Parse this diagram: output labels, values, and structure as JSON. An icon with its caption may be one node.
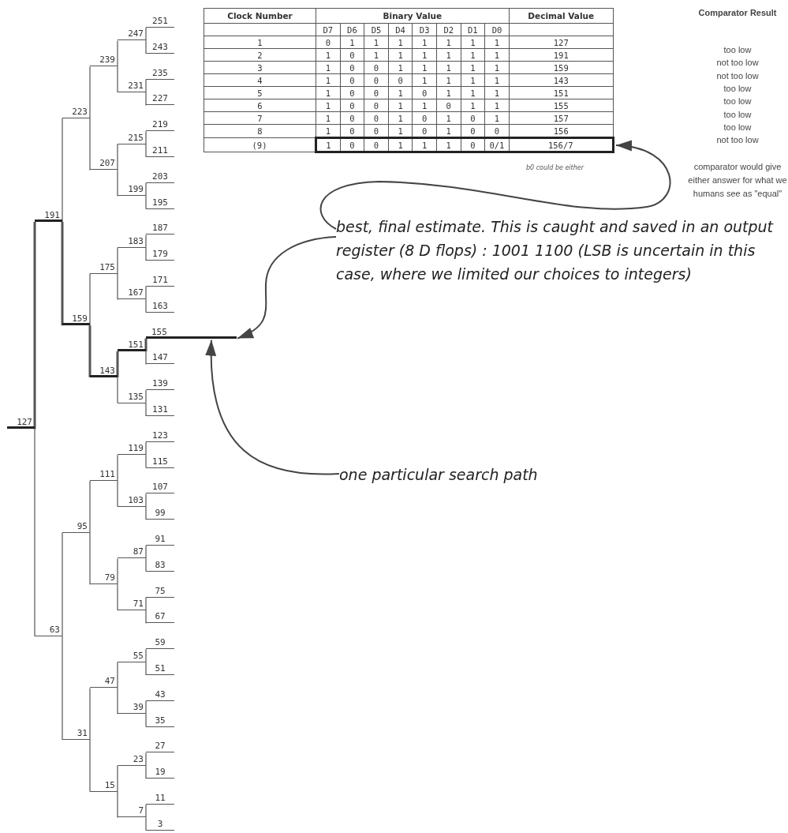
{
  "diagram": {
    "nodes": [
      {
        "text": [
          "127"
        ]
      },
      {
        "text": [
          "191"
        ]
      },
      {
        "text": [
          "223"
        ]
      },
      {
        "text": [
          "239"
        ]
      },
      {
        "text": [
          "247"
        ]
      },
      {
        "text": [
          "251"
        ]
      },
      {
        "text": [
          "243"
        ]
      },
      {
        "text": [
          "231"
        ]
      },
      {
        "text": [
          "235"
        ]
      },
      {
        "text": [
          "227"
        ]
      },
      {
        "text": [
          "207"
        ]
      },
      {
        "text": [
          "215"
        ]
      },
      {
        "text": [
          "219"
        ]
      },
      {
        "text": [
          "211"
        ]
      },
      {
        "text": [
          "199"
        ]
      },
      {
        "text": [
          "203"
        ]
      },
      {
        "text": [
          "195"
        ]
      },
      {
        "text": [
          "159"
        ]
      },
      {
        "text": [
          "175"
        ]
      },
      {
        "text": [
          "183"
        ]
      },
      {
        "text": [
          "187"
        ]
      },
      {
        "text": [
          "179"
        ]
      },
      {
        "text": [
          "167"
        ]
      },
      {
        "text": [
          "171"
        ]
      },
      {
        "text": [
          "163"
        ]
      },
      {
        "text": [
          "143"
        ]
      },
      {
        "text": [
          "151"
        ]
      },
      {
        "text": [
          "155"
        ]
      },
      {
        "text": [
          "147"
        ]
      },
      {
        "text": [
          "135"
        ]
      },
      {
        "text": [
          "139"
        ]
      },
      {
        "text": [
          "131"
        ]
      },
      {
        "text": [
          "63"
        ]
      },
      {
        "text": [
          "95"
        ]
      },
      {
        "text": [
          "111"
        ]
      },
      {
        "text": [
          "119"
        ]
      },
      {
        "text": [
          "123"
        ]
      },
      {
        "text": [
          "115"
        ]
      },
      {
        "text": [
          "103"
        ]
      },
      {
        "text": [
          "107"
        ]
      },
      {
        "text": [
          "99"
        ]
      },
      {
        "text": [
          "79"
        ]
      },
      {
        "text": [
          "87"
        ]
      },
      {
        "text": [
          "91"
        ]
      },
      {
        "text": [
          "83"
        ]
      },
      {
        "text": [
          "71"
        ]
      },
      {
        "text": [
          "75"
        ]
      },
      {
        "text": [
          "67"
        ]
      },
      {
        "text": [
          "31"
        ]
      },
      {
        "text": [
          "47"
        ]
      },
      {
        "text": [
          "55"
        ]
      },
      {
        "text": [
          "59"
        ]
      },
      {
        "text": [
          "51"
        ]
      },
      {
        "text": [
          "39"
        ]
      },
      {
        "text": [
          "43"
        ]
      },
      {
        "text": [
          "35"
        ]
      },
      {
        "text": [
          "15"
        ]
      },
      {
        "text": [
          "23"
        ]
      },
      {
        "text": [
          "27"
        ]
      },
      {
        "text": [
          "19"
        ]
      },
      {
        "text": [
          "7"
        ]
      },
      {
        "text": [
          "11"
        ]
      },
      {
        "text": [
          "3"
        ]
      },
      {
        "text": [
          "best, final estimate. This is caught and saved in an output register (8 D flops) : 1001 1100 (LSB is uncertain in this case, where we limited our choices to integers)"
        ]
      },
      {
        "text": [
          "one particular search path"
        ]
      }
    ],
    "edges": [
      {
        "from": 0,
        "to": 1,
        "arrow": "none",
        "style": "thick"
      },
      {
        "from": 1,
        "to": 2,
        "arrow": "none"
      },
      {
        "from": 2,
        "to": 3,
        "arrow": "none"
      },
      {
        "from": 3,
        "to": 4,
        "arrow": "none"
      },
      {
        "from": 4,
        "to": 5,
        "arrow": "none"
      },
      {
        "from": 4,
        "to": 6,
        "arrow": "none"
      },
      {
        "from": 3,
        "to": 7,
        "arrow": "none"
      },
      {
        "from": 7,
        "to": 8,
        "arrow": "none"
      },
      {
        "from": 7,
        "to": 9,
        "arrow": "none"
      },
      {
        "from": 2,
        "to": 10,
        "arrow": "none"
      },
      {
        "from": 10,
        "to": 11,
        "arrow": "none"
      },
      {
        "from": 11,
        "to": 12,
        "arrow": "none"
      },
      {
        "from": 11,
        "to": 13,
        "arrow": "none"
      },
      {
        "from": 10,
        "to": 14,
        "arrow": "none"
      },
      {
        "from": 14,
        "to": 15,
        "arrow": "none"
      },
      {
        "from": 14,
        "to": 16,
        "arrow": "none"
      },
      {
        "from": 1,
        "to": 17,
        "arrow": "none",
        "style": "thick"
      },
      {
        "from": 17,
        "to": 18,
        "arrow": "none"
      },
      {
        "from": 18,
        "to": 19,
        "arrow": "none"
      },
      {
        "from": 19,
        "to": 20,
        "arrow": "none"
      },
      {
        "from": 19,
        "to": 21,
        "arrow": "none"
      },
      {
        "from": 18,
        "to": 22,
        "arrow": "none"
      },
      {
        "from": 22,
        "to": 23,
        "arrow": "none"
      },
      {
        "from": 22,
        "to": 24,
        "arrow": "none"
      },
      {
        "from": 17,
        "to": 25,
        "arrow": "none",
        "style": "thick"
      },
      {
        "from": 25,
        "to": 26,
        "arrow": "none",
        "style": "thick"
      },
      {
        "from": 26,
        "to": 27,
        "arrow": "none",
        "style": "thick"
      },
      {
        "from": 26,
        "to": 28,
        "arrow": "none"
      },
      {
        "from": 25,
        "to": 29,
        "arrow": "none"
      },
      {
        "from": 29,
        "to": 30,
        "arrow": "none"
      },
      {
        "from": 29,
        "to": 31,
        "arrow": "none"
      },
      {
        "from": 0,
        "to": 32,
        "arrow": "none"
      },
      {
        "from": 32,
        "to": 33,
        "arrow": "none"
      },
      {
        "from": 33,
        "to": 34,
        "arrow": "none"
      },
      {
        "from": 34,
        "to": 35,
        "arrow": "none"
      },
      {
        "from": 35,
        "to": 36,
        "arrow": "none"
      },
      {
        "from": 35,
        "to": 37,
        "arrow": "none"
      },
      {
        "from": 34,
        "to": 38,
        "arrow": "none"
      },
      {
        "from": 38,
        "to": 39,
        "arrow": "none"
      },
      {
        "from": 38,
        "to": 40,
        "arrow": "none"
      },
      {
        "from": 33,
        "to": 41,
        "arrow": "none"
      },
      {
        "from": 41,
        "to": 42,
        "arrow": "none"
      },
      {
        "from": 42,
        "to": 43,
        "arrow": "none"
      },
      {
        "from": 42,
        "to": 44,
        "arrow": "none"
      },
      {
        "from": 41,
        "to": 45,
        "arrow": "none"
      },
      {
        "from": 45,
        "to": 46,
        "arrow": "none"
      },
      {
        "from": 45,
        "to": 47,
        "arrow": "none"
      },
      {
        "from": 32,
        "to": 48,
        "arrow": "none"
      },
      {
        "from": 48,
        "to": 49,
        "arrow": "none"
      },
      {
        "from": 49,
        "to": 50,
        "arrow": "none"
      },
      {
        "from": 50,
        "to": 51,
        "arrow": "none"
      },
      {
        "from": 50,
        "to": 52,
        "arrow": "none"
      },
      {
        "from": 49,
        "to": 53,
        "arrow": "none"
      },
      {
        "from": 53,
        "to": 54,
        "arrow": "none"
      },
      {
        "from": 53,
        "to": 55,
        "arrow": "none"
      },
      {
        "from": 48,
        "to": 56,
        "arrow": "none"
      },
      {
        "from": 56,
        "to": 57,
        "arrow": "none"
      },
      {
        "from": 57,
        "to": 58,
        "arrow": "none"
      },
      {
        "from": 57,
        "to": 59,
        "arrow": "none"
      },
      {
        "from": 56,
        "to": 60,
        "arrow": "none"
      },
      {
        "from": 60,
        "to": 61,
        "arrow": "none"
      },
      {
        "from": 60,
        "to": 62,
        "arrow": "none"
      },
      {
        "from": 63,
        "to": null,
        "arrow": "to"
      },
      {
        "from": 63,
        "to": 27,
        "arrow": "to"
      },
      {
        "from": 64,
        "to": 27,
        "arrow": "to"
      }
    ],
    "labels": [
      "Clock Number",
      "Binary Value",
      "Decimal Value",
      "Comparator Result",
      "D7",
      "D6",
      "D5",
      "D4",
      "D3",
      "D2",
      "D1",
      "D0",
      "1",
      "0",
      "1",
      "1",
      "1",
      "1",
      "1",
      "1",
      "1",
      "127",
      "too low",
      "2",
      "1",
      "0",
      "1",
      "1",
      "1",
      "1",
      "1",
      "1",
      "191",
      "not too low",
      "3",
      "1",
      "0",
      "0",
      "1",
      "1",
      "1",
      "1",
      "1",
      "159",
      "not too low",
      "4",
      "1",
      "0",
      "0",
      "0",
      "1",
      "1",
      "1",
      "1",
      "143",
      "too low",
      "5",
      "1",
      "0",
      "0",
      "1",
      "0",
      "1",
      "1",
      "1",
      "151",
      "too low",
      "6",
      "1",
      "0",
      "0",
      "1",
      "1",
      "0",
      "1",
      "1",
      "155",
      "too low",
      "7",
      "1",
      "0",
      "0",
      "1",
      "0",
      "1",
      "0",
      "1",
      "157",
      "too low",
      "8",
      "1",
      "0",
      "0",
      "1",
      "0",
      "1",
      "0",
      "0",
      "156",
      "not too low",
      "(9)",
      "1",
      "0",
      "0",
      "1",
      "1",
      "1",
      "0",
      "0/1",
      "156/7",
      "comparator would give either answer for what we humans see as \"equal\"",
      "b0 could be either"
    ]
  }
}
